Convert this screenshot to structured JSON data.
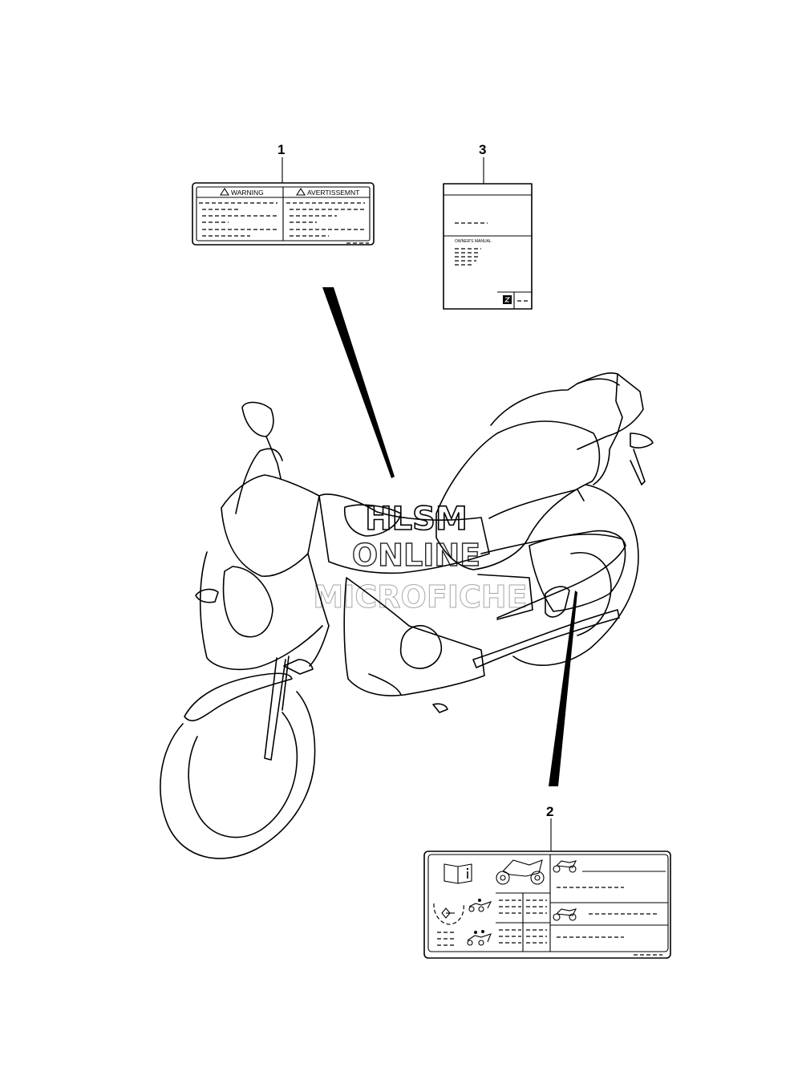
{
  "callouts": {
    "item1": "1",
    "item2": "2",
    "item3": "3"
  },
  "warning_label": {
    "left_header": "WARNING",
    "right_header": "AVERTISSEMNT"
  },
  "manual": {
    "title": "OWNER'S MANUAL"
  },
  "watermark": {
    "line1": "HLSM",
    "line2": "ONLINE",
    "line3": "MICROFICHE"
  },
  "icons": [
    "warning-triangle-icon",
    "book-info-icon",
    "motorcycle-icon",
    "rider-icon",
    "suzuki-logo-icon"
  ]
}
